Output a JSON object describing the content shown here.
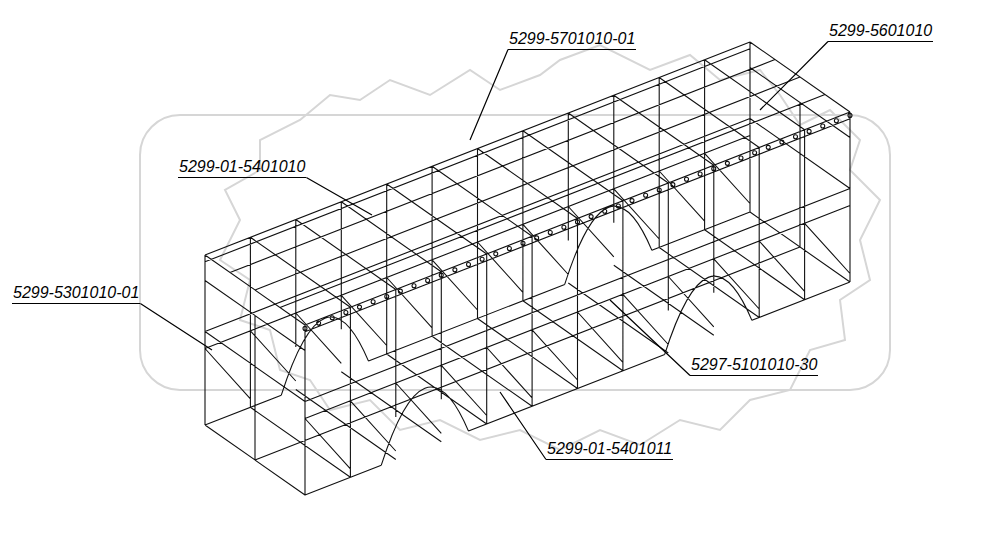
{
  "diagram": {
    "labels": [
      "5299-5701010-01",
      "5299-5601010",
      "5299-01-5401010",
      "5299-5301010-01",
      "5297-5101010-30",
      "5299-01-5401011"
    ]
  }
}
